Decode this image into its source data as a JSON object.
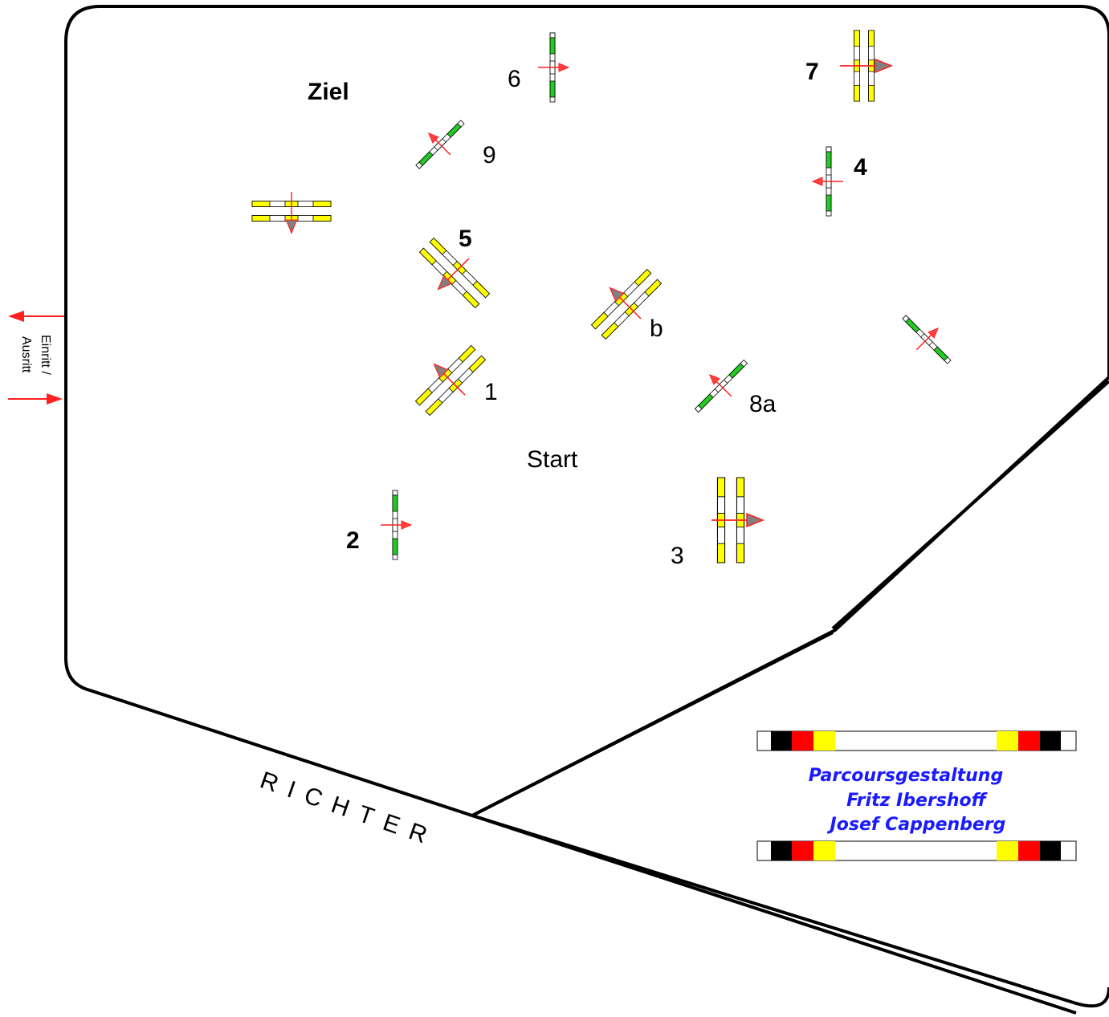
{
  "labels": {
    "ziel": "Ziel",
    "start": "Start",
    "entry": "Einritt /",
    "exit": "Ausritt",
    "judge": "RICHTER"
  },
  "obstacles": [
    {
      "id": "1",
      "label": "1",
      "bold": false
    },
    {
      "id": "2",
      "label": "2",
      "bold": true
    },
    {
      "id": "3",
      "label": "3",
      "bold": false
    },
    {
      "id": "4",
      "label": "4",
      "bold": true
    },
    {
      "id": "5",
      "label": "5",
      "bold": true
    },
    {
      "id": "6",
      "label": "6",
      "bold": false
    },
    {
      "id": "7",
      "label": "7",
      "bold": true
    },
    {
      "id": "8a",
      "label": "8a",
      "bold": false
    },
    {
      "id": "b",
      "label": "b",
      "bold": false
    },
    {
      "id": "9",
      "label": "9",
      "bold": false
    }
  ],
  "credits": {
    "line1": "Parcoursgestaltung",
    "line2": "Fritz Ibershoff",
    "line3": "Josef Cappenberg"
  },
  "colors": {
    "arena_line": "#000000",
    "arrow": "#ff2020",
    "arrow_head": "#808080",
    "rail_green": "#22cc22",
    "rail_yellow": "#ffff00",
    "credit_text": "#1a1aff"
  }
}
